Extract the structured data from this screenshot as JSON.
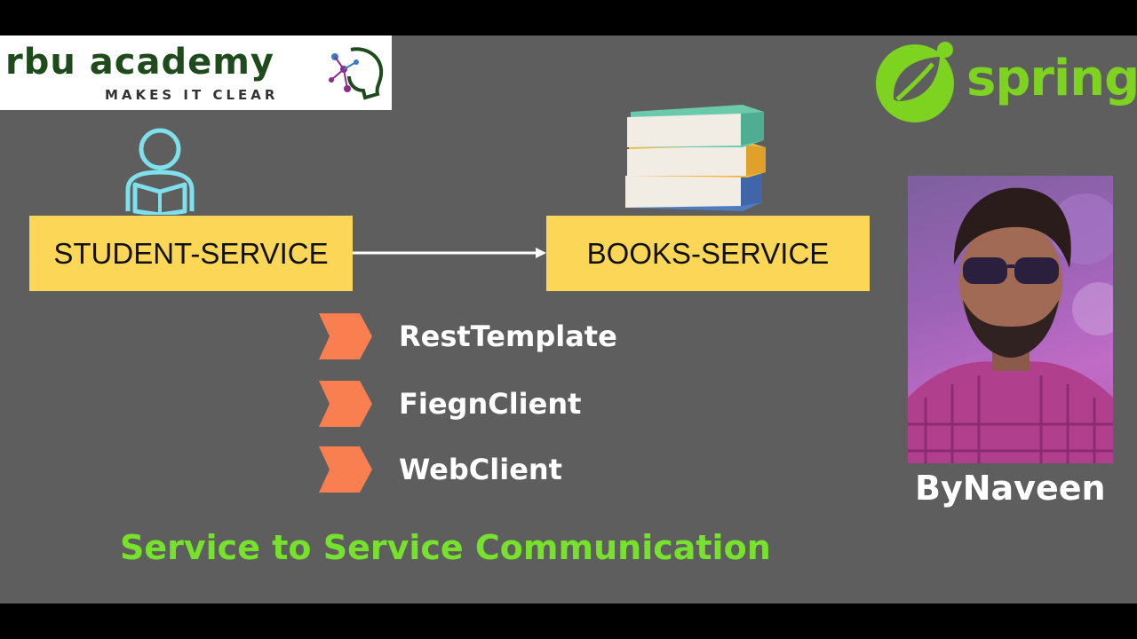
{
  "brand": {
    "name": "rbu academy",
    "tagline": "MAKES IT CLEAR"
  },
  "spring_logo": {
    "text": "spring",
    "color": "#7ed321",
    "icon": "spring-leaf-icon"
  },
  "services": {
    "source": "STUDENT-SERVICE",
    "target": "BOOKS-SERVICE",
    "box_color": "#fcd757"
  },
  "options": [
    {
      "label": "RestTemplate",
      "icon": "chevron-tag-icon"
    },
    {
      "label": "FiegnClient",
      "icon": "chevron-tag-icon"
    },
    {
      "label": "WebClient",
      "icon": "chevron-tag-icon"
    }
  ],
  "caption": "Service to Service Communication",
  "author": "ByNaveen",
  "colors": {
    "background": "#5e5e5e",
    "accent_green": "#76e22c",
    "tag_orange": "#f97f51",
    "icon_cyan": "#7ee0ea"
  }
}
